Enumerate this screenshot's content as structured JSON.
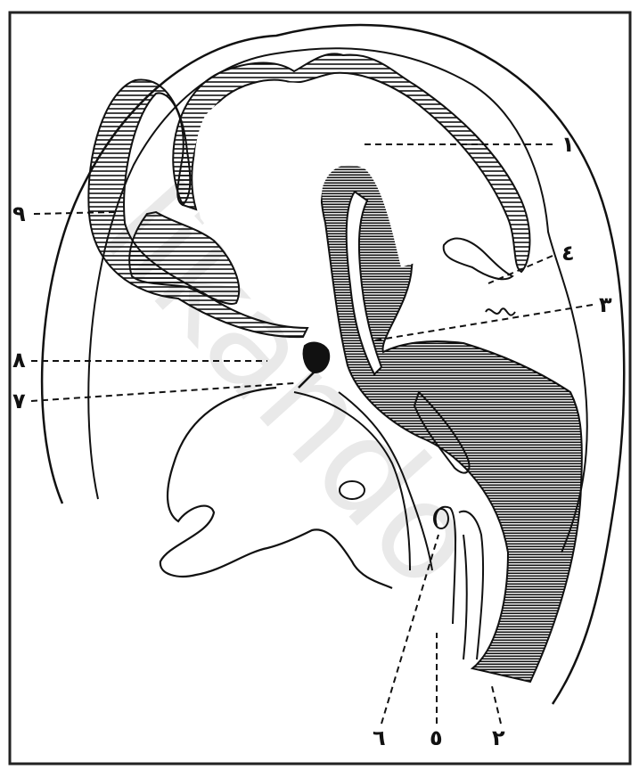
{
  "labels": {
    "l1": "١",
    "l2": "٢",
    "l3": "٣",
    "l4": "٤",
    "l5": "٥",
    "l6": "٦",
    "l7": "٧",
    "l8": "٨",
    "l9": "٩"
  },
  "watermark": "likando",
  "colors": {
    "ink": "#111111",
    "frame": "#222222",
    "watermark": "#e9e9e9"
  }
}
